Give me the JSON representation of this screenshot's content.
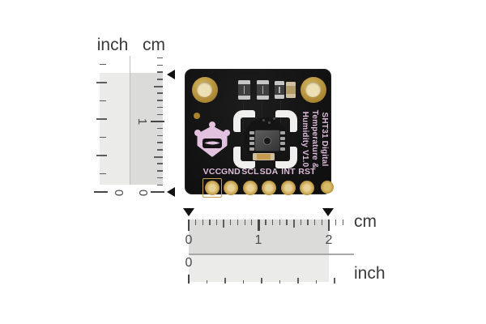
{
  "vertical_ruler": {
    "inch_title": "inch",
    "cm_title": "cm",
    "cm_one_label": "1",
    "inch_zero_label": "0",
    "cm_zero_label": "0"
  },
  "horizontal_ruler": {
    "cm_title": "cm",
    "inch_title": "inch",
    "cm_labels": [
      "0",
      "1",
      "2"
    ],
    "inch_zero_label": "0",
    "marked_span_cm": [
      0,
      2
    ]
  },
  "board": {
    "title_lines": [
      "SHT31 Digital",
      "Temperature &",
      "Humidity V1.0"
    ],
    "pin_labels": [
      "VCC",
      "GND",
      "SCL",
      "SDA",
      "INT",
      "RST"
    ],
    "logo_icon": "adafruit-flower-logo",
    "colors": {
      "pcb_black": "#151515",
      "silkscreen_pink": "#dcbbd9",
      "gold": "#c29a42",
      "pad_center_gold": "#e6d095",
      "hole_center": "#ece0b4",
      "white_silkscreen": "#f0efed",
      "ruler_band_light": "#ebebea",
      "ruler_band_dark": "#dbdbda"
    }
  }
}
